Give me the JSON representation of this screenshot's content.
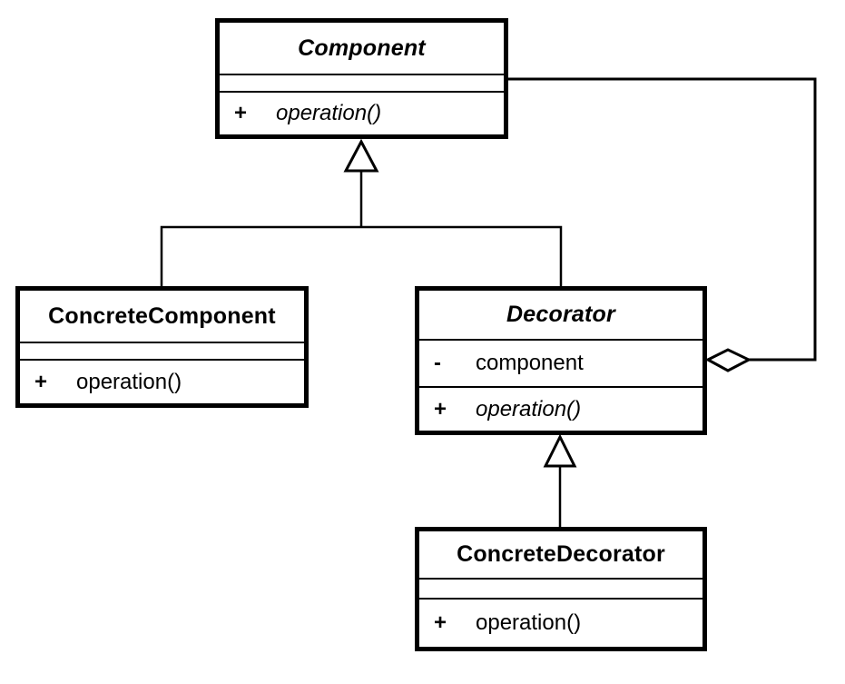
{
  "diagram": {
    "kind": "uml-class-diagram",
    "pattern": "Decorator",
    "colors": {
      "stroke": "#000000",
      "fill": "#ffffff",
      "text": "#000000"
    }
  },
  "classes": {
    "component": {
      "name": "Component",
      "abstract": true,
      "attributes": [],
      "methods": [
        {
          "visibility": "+",
          "signature": "operation()",
          "abstract": true
        }
      ]
    },
    "concrete_component": {
      "name": "ConcreteComponent",
      "abstract": false,
      "attributes": [],
      "methods": [
        {
          "visibility": "+",
          "signature": "operation()",
          "abstract": false
        }
      ]
    },
    "decorator": {
      "name": "Decorator",
      "abstract": true,
      "attributes": [
        {
          "visibility": "-",
          "name": "component"
        }
      ],
      "methods": [
        {
          "visibility": "+",
          "signature": "operation()",
          "abstract": true
        }
      ]
    },
    "concrete_decorator": {
      "name": "ConcreteDecorator",
      "abstract": false,
      "attributes": [],
      "methods": [
        {
          "visibility": "+",
          "signature": "operation()",
          "abstract": false
        }
      ]
    }
  },
  "relations": [
    {
      "type": "generalization",
      "from": "ConcreteComponent",
      "to": "Component"
    },
    {
      "type": "generalization",
      "from": "Decorator",
      "to": "Component"
    },
    {
      "type": "generalization",
      "from": "ConcreteDecorator",
      "to": "Decorator"
    },
    {
      "type": "aggregation",
      "from": "Decorator",
      "to": "Component"
    }
  ]
}
